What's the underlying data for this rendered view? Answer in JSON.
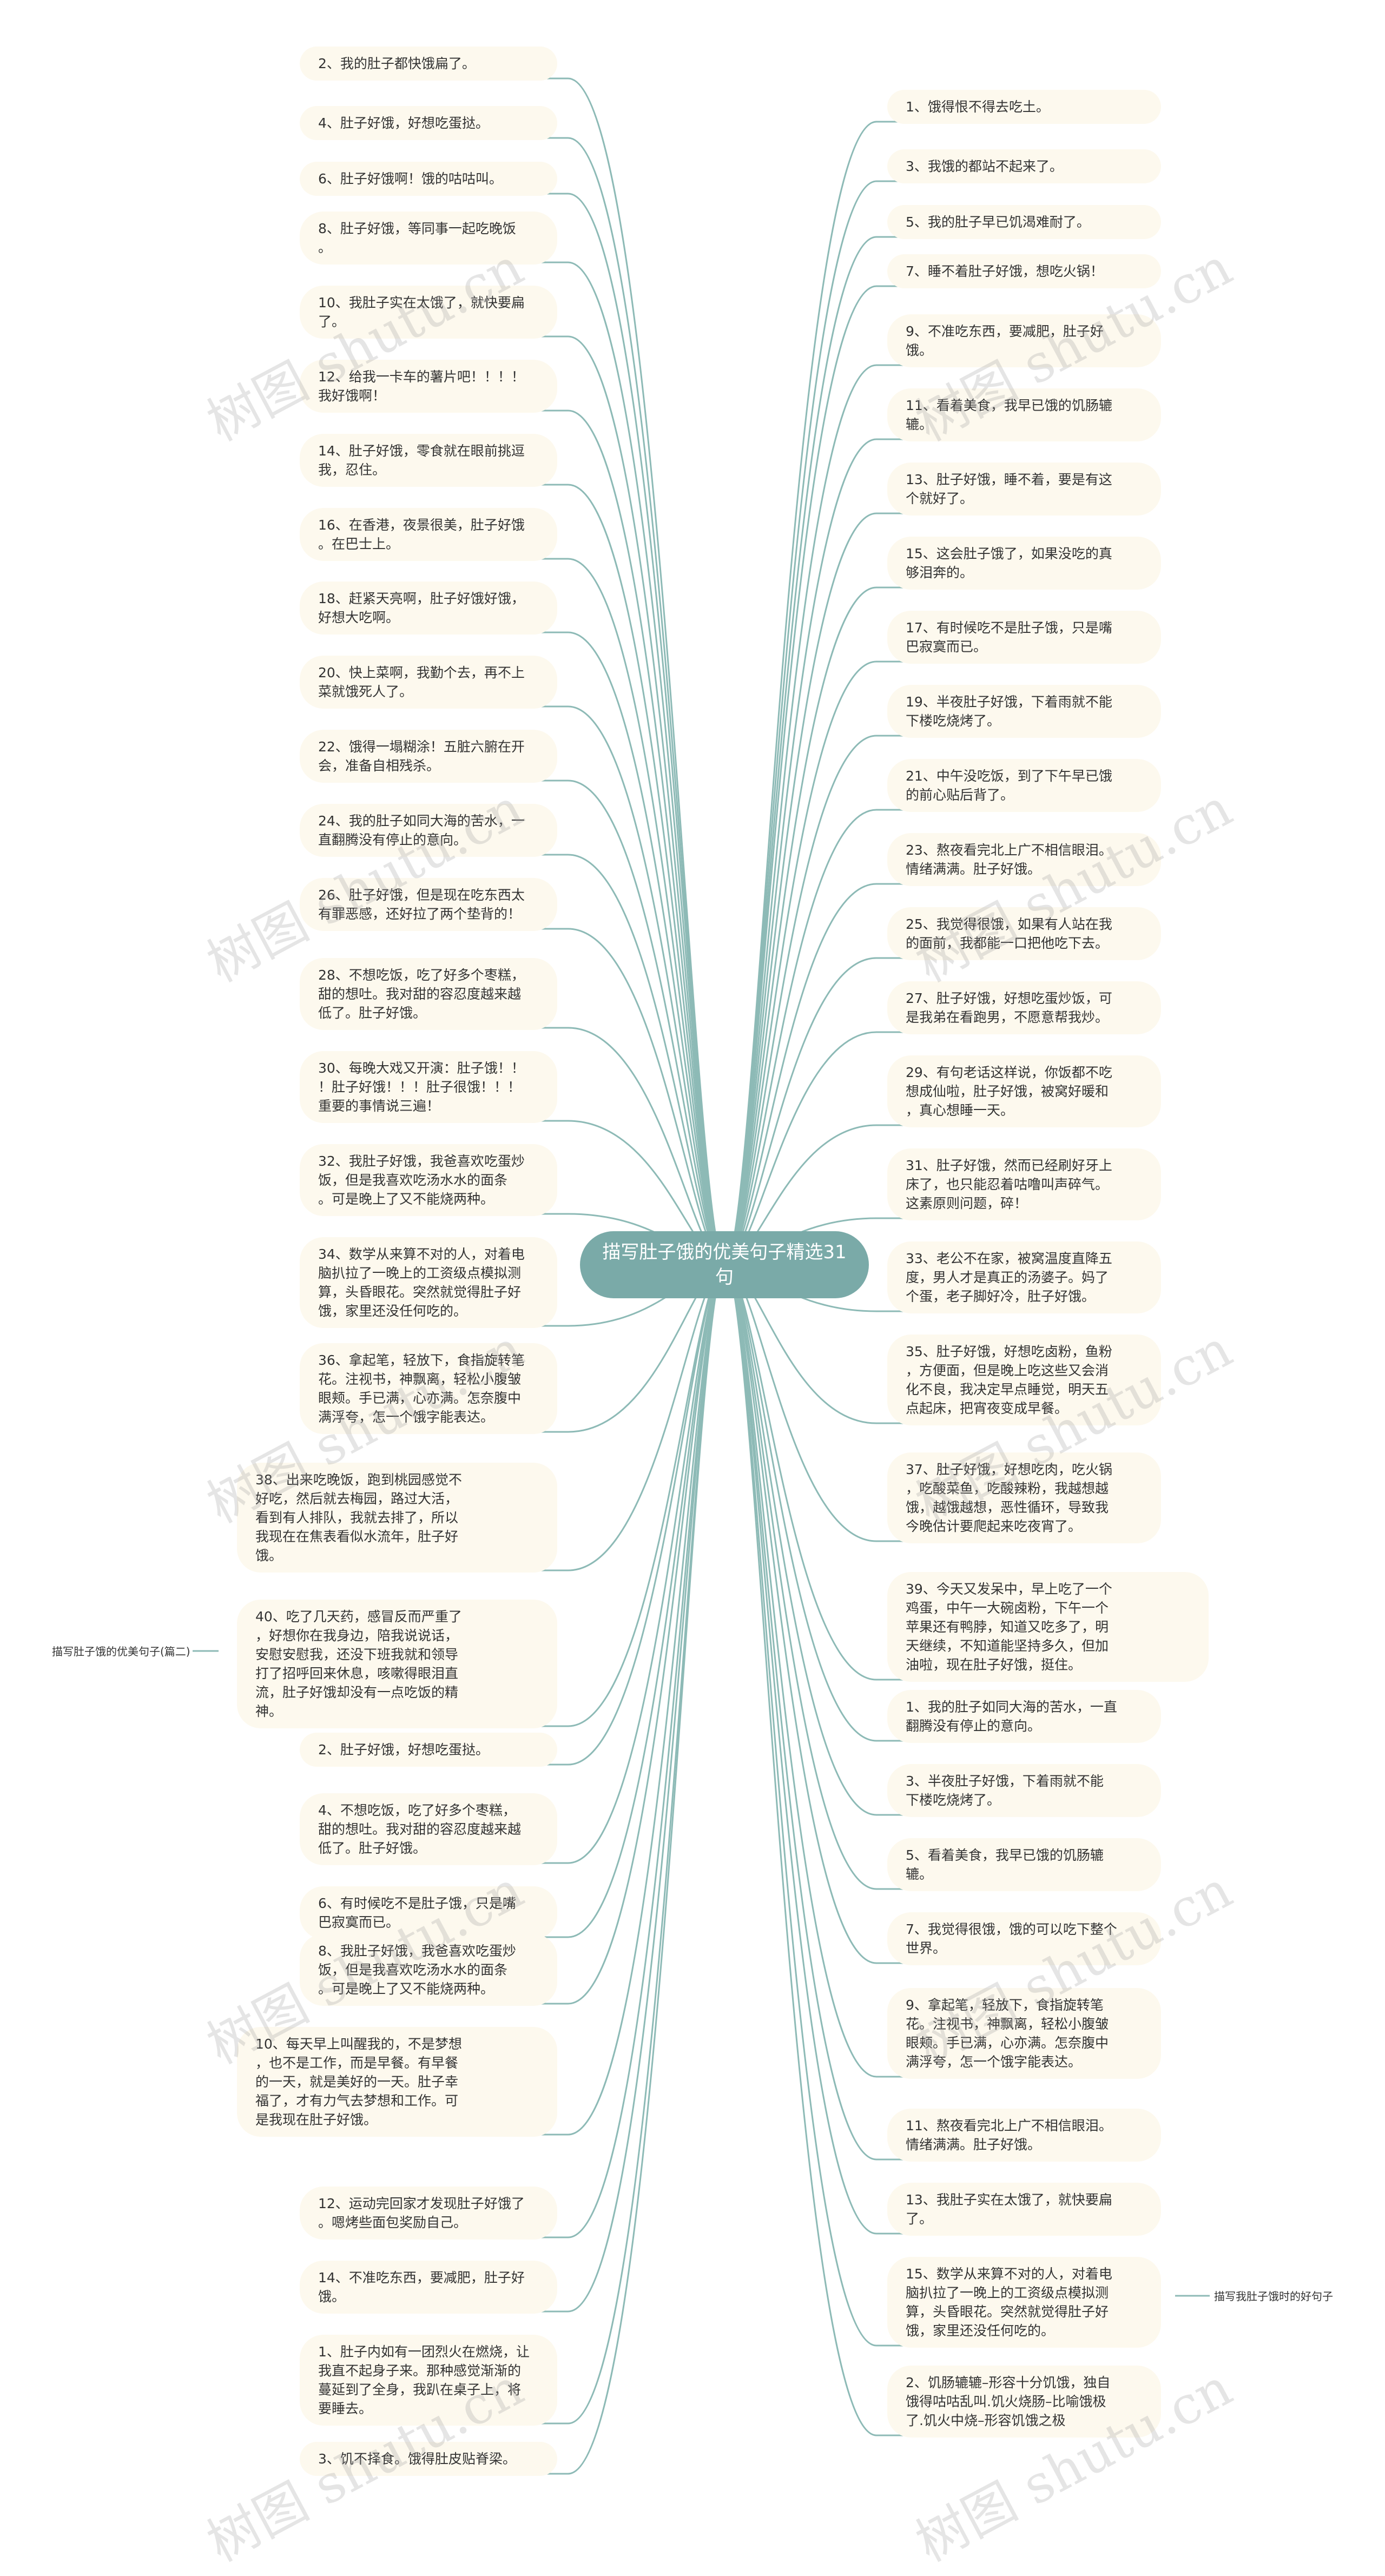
{
  "root": {
    "label": "描写肚子饿的优美句子精选31句"
  },
  "branches": [
    {
      "label": "描写肚子饿的优美句子(篇二)"
    },
    {
      "label": "描写我肚子饿时的好句子"
    }
  ],
  "left_nodes": [
    "2、我的肚子都快饿扁了。",
    "4、肚子好饿，好想吃蛋挞。",
    "6、肚子好饿啊！饿的咕咕叫。",
    "8、肚子好饿，等同事一起吃晚饭\n。",
    "10、我肚子实在太饿了，就快要扁\n了。",
    "12、给我一卡车的薯片吧！！！！\n我好饿啊！",
    "14、肚子好饿，零食就在眼前挑逗\n我，忍住。",
    "16、在香港，夜景很美，肚子好饿\n。在巴士上。",
    "18、赶紧天亮啊，肚子好饿好饿，\n好想大吃啊。",
    "20、快上菜啊，我勤个去，再不上\n菜就饿死人了。",
    "22、饿得一塌糊涂！五脏六腑在开\n会，准备自相残杀。",
    "24、我的肚子如同大海的苦水，一\n直翻腾没有停止的意向。",
    "26、肚子好饿，但是现在吃东西太\n有罪恶感，还好拉了两个垫背的！",
    "28、不想吃饭，吃了好多个枣糕，\n甜的想吐。我对甜的容忍度越来越\n低了。肚子好饿。",
    "30、每晚大戏又开演：肚子饿！！\n！肚子好饿！！！肚子很饿！！！\n重要的事情说三遍！",
    "32、我肚子好饿，我爸喜欢吃蛋炒\n饭，但是我喜欢吃汤水水的面条\n。可是晚上了又不能烧两种。",
    "34、数学从来算不对的人，对着电\n脑扒拉了一晚上的工资级点模拟测\n算，头昏眼花。突然就觉得肚子好\n饿，家里还没任何吃的。",
    "36、拿起笔，轻放下，食指旋转笔\n花。注视书，神飘离，轻松小腹皱\n眼颊。手已满，心亦满。怎奈腹中\n满浮夸，怎一个饿字能表达。",
    "38、出来吃晚饭，跑到桃园感觉不\n好吃，然后就去梅园，路过大活，\n看到有人排队，我就去排了，所以\n我现在在焦表看似水流年，肚子好\n饿。",
    "40、吃了几天药，感冒反而严重了\n，好想你在我身边，陪我说说话，\n安慰安慰我，还没下班我就和领导\n打了招呼回来休息，咳嗽得眼泪直\n流，肚子好饿却没有一点吃饭的精\n神。",
    "2、肚子好饿，好想吃蛋挞。",
    "4、不想吃饭，吃了好多个枣糕，\n甜的想吐。我对甜的容忍度越来越\n低了。肚子好饿。",
    "6、有时候吃不是肚子饿，只是嘴\n巴寂寞而已。",
    "8、我肚子好饿，我爸喜欢吃蛋炒\n饭，但是我喜欢吃汤水水的面条\n。可是晚上了又不能烧两种。",
    "10、每天早上叫醒我的，不是梦想\n，也不是工作，而是早餐。有早餐\n的一天，就是美好的一天。肚子幸\n福了，才有力气去梦想和工作。可\n是我现在肚子好饿。",
    "12、运动完回家才发现肚子好饿了\n。嗯烤些面包奖励自己。",
    "14、不准吃东西，要减肥，肚子好\n饿。",
    "1、肚子内如有一团烈火在燃烧，让\n我直不起身子来。那种感觉渐渐的\n蔓延到了全身，我趴在桌子上，将\n要睡去。",
    "3、饥不择食。饿得肚皮贴脊梁。"
  ],
  "right_nodes": [
    "1、饿得恨不得去吃土。",
    "3、我饿的都站不起来了。",
    "5、我的肚子早已饥渴难耐了。",
    "7、睡不着肚子好饿，想吃火锅！",
    "9、不准吃东西，要减肥，肚子好\n饿。",
    "11、看着美食，我早已饿的饥肠辘\n辘。",
    "13、肚子好饿，睡不着，要是有这\n个就好了。",
    "15、这会肚子饿了，如果没吃的真\n够泪奔的。",
    "17、有时候吃不是肚子饿，只是嘴\n巴寂寞而已。",
    "19、半夜肚子好饿，下着雨就不能\n下楼吃烧烤了。",
    "21、中午没吃饭，到了下午早已饿\n的前心贴后背了。",
    "23、熬夜看完北上广不相信眼泪。\n情绪满满。肚子好饿。",
    "25、我觉得很饿，如果有人站在我\n的面前，我都能一口把他吃下去。",
    "27、肚子好饿，好想吃蛋炒饭，可\n是我弟在看跑男，不愿意帮我炒。",
    "29、有句老话这样说，你饭都不吃\n想成仙啦，肚子好饿，被窝好暖和\n，真心想睡一天。",
    "31、肚子好饿，然而已经刷好牙上\n床了，也只能忍着咕噜叫声碎气。\n这素原则问题，碎！",
    "33、老公不在家，被窝温度直降五\n度，男人才是真正的汤婆子。妈了\n个蛋，老子脚好冷，肚子好饿。",
    "35、肚子好饿，好想吃卤粉，鱼粉\n，方便面，但是晚上吃这些又会消\n化不良，我决定早点睡觉，明天五\n点起床，把宵夜变成早餐。",
    "37、肚子好饿，好想吃肉，吃火锅\n，吃酸菜鱼，吃酸辣粉，我越想越\n饿，越饿越想，恶性循环，导致我\n今晚估计要爬起来吃夜宵了。",
    "39、今天又发呆中，早上吃了一个\n鸡蛋，中午一大碗卤粉，下午一个\n苹果还有鸭脖，知道又吃多了，明\n天继续，不知道能坚持多久，但加\n油啦，现在肚子好饿，挺住。",
    "1、我的肚子如同大海的苦水，一直\n翻腾没有停止的意向。",
    "3、半夜肚子好饿，下着雨就不能\n下楼吃烧烤了。",
    "5、看着美食，我早已饿的饥肠辘\n辘。",
    "7、我觉得很饿，饿的可以吃下整个\n世界。",
    "9、拿起笔，轻放下，食指旋转笔\n花。注视书，神飘离，轻松小腹皱\n眼颊。手已满，心亦满。怎奈腹中\n满浮夸，怎一个饿字能表达。",
    "11、熬夜看完北上广不相信眼泪。\n情绪满满。肚子好饿。",
    "13、我肚子实在太饿了，就快要扁\n了。",
    "15、数学从来算不对的人，对着电\n脑扒拉了一晚上的工资级点模拟测\n算，头昏眼花。突然就觉得肚子好\n饿，家里还没任何吃的。",
    "2、饥肠辘辘–形容十分饥饿，独自\n饿得咕咕乱叫.饥火烧肠–比喻饿极\n了.饥火中烧–形容饥饿之极"
  ],
  "watermark": "树图 shutu.cn",
  "colors": {
    "root": "#7aaaa8",
    "line": "#8dbab6",
    "node": "#fdf9ee"
  }
}
